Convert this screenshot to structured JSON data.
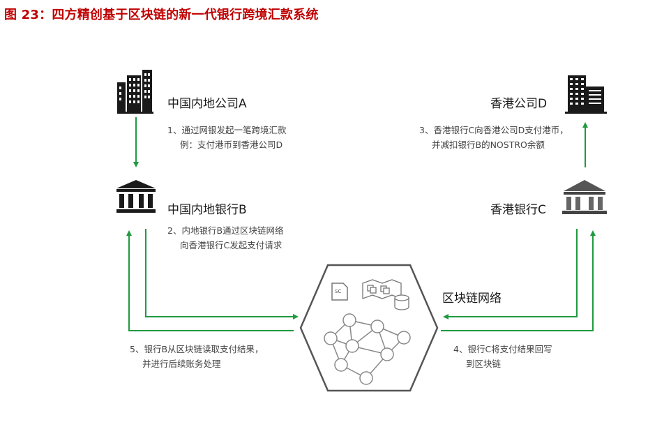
{
  "title": "图 23：四方精创基于区块链的新一代银行跨境汇款系统",
  "colors": {
    "title": "#c00000",
    "arrow": "#1f9a3f",
    "icon": "#1a1a1a",
    "network_outline": "#666666"
  },
  "nodes": {
    "company_a": {
      "label": "中国内地公司A",
      "icon": "office-building-icon"
    },
    "bank_b": {
      "label": "中国内地银行B",
      "icon": "bank-icon"
    },
    "company_d": {
      "label": "香港公司D",
      "icon": "office-building-icon"
    },
    "bank_c": {
      "label": "香港银行C",
      "icon": "bank-icon"
    },
    "network": {
      "label": "区块链网络",
      "icon": "blockchain-network-icon",
      "badge": "SC"
    }
  },
  "steps": {
    "step1": [
      "1、通过网银发起一笔跨境汇款",
      "例：支付港币到香港公司D"
    ],
    "step2": [
      "2、内地银行B通过区块链网络",
      "向香港银行C发起支付请求"
    ],
    "step3": [
      "3、香港银行C向香港公司D支付港币，",
      "并减扣银行B的NOSTRO余额"
    ],
    "step4": [
      "4、银行C将支付结果回写",
      "到区块链"
    ],
    "step5": [
      "5、银行B从区块链读取支付结果，",
      "并进行后续账务处理"
    ]
  }
}
